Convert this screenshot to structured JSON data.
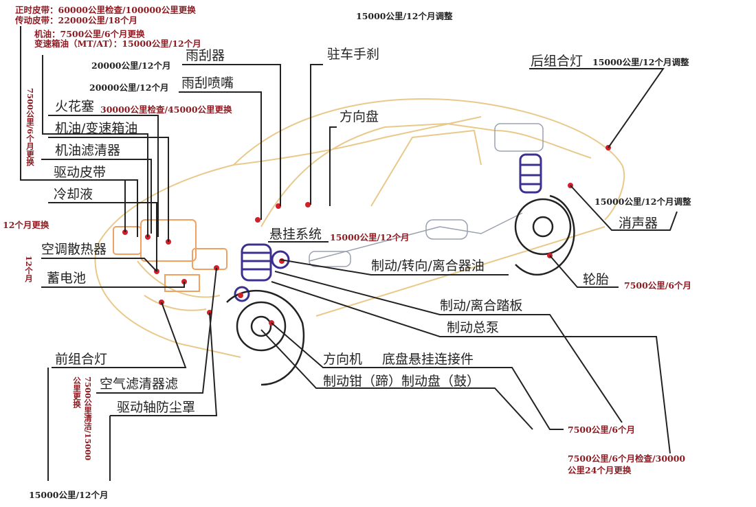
{
  "labels": {
    "wiper": "雨刮器",
    "wiper_nozzle": "雨刮喷嘴",
    "parking_brake": "驻车手刹",
    "steering_wheel": "方向盘",
    "rear_light": "后组合灯",
    "spark_plug": "火花塞",
    "oil_gear_oil": "机油/变速箱油",
    "oil_filter": "机油滤清器",
    "drive_belt": "驱动皮带",
    "coolant": "冷却液",
    "ac_radiator": "空调散热器",
    "battery": "蓄电池",
    "front_light": "前组合灯",
    "air_filter": "空气滤清器滤",
    "driveshaft_boot": "驱动轴防尘罩",
    "suspension": "悬挂系统",
    "brake_fluid": "制动/转向/离合器油",
    "brake_pedal": "制动/离合踏板",
    "master_cylinder": "制动总泵",
    "steering_gear": "方向机",
    "chassis_joints": "底盘悬挂连接件",
    "brake_caliper": "制动钳（蹄）制动盘（鼓）",
    "muffler": "消声器",
    "tire": "轮胎"
  },
  "notes": {
    "timing_belt": "正时皮带：60000公里检查/100000公里更换",
    "drive_belt": "传动皮带：22000公里/18个月",
    "engine_oil": "机油：7500公里/6个月更换",
    "gear_oil": "变速箱油（MT/AT）：15000公里/12个月",
    "wiper": "20000公里/12个月",
    "wiper_nozzle": "20000公里/12个月",
    "spark_plug": "30000公里检查/45000公里更换",
    "oil_filter_vertical": "7500公里/6个月更换",
    "coolant": "12个月更换",
    "battery_vertical": "12个月",
    "air_filter_vertical_1": "7500公里清洁/15000",
    "air_filter_vertical_2": "公里更换",
    "front_light": "15000公里/12个月",
    "parking_brake": "15000公里/12个月调整",
    "rear_light": "15000公里/12个月调整",
    "muffler": "15000公里/12个月调整",
    "suspension": "15000公里/12个月",
    "tire": "7500公里/6个月",
    "brake_pedal": "7500公里/6个月",
    "brake_line1": "7500公里/6个月检查/30000",
    "brake_line2": "公里24个月更换"
  },
  "colors": {
    "note": "#8e1b22",
    "label": "#222222",
    "car_outline": "#e8c98a",
    "spring": "#3b2f8f",
    "marker": "#d0202a"
  }
}
